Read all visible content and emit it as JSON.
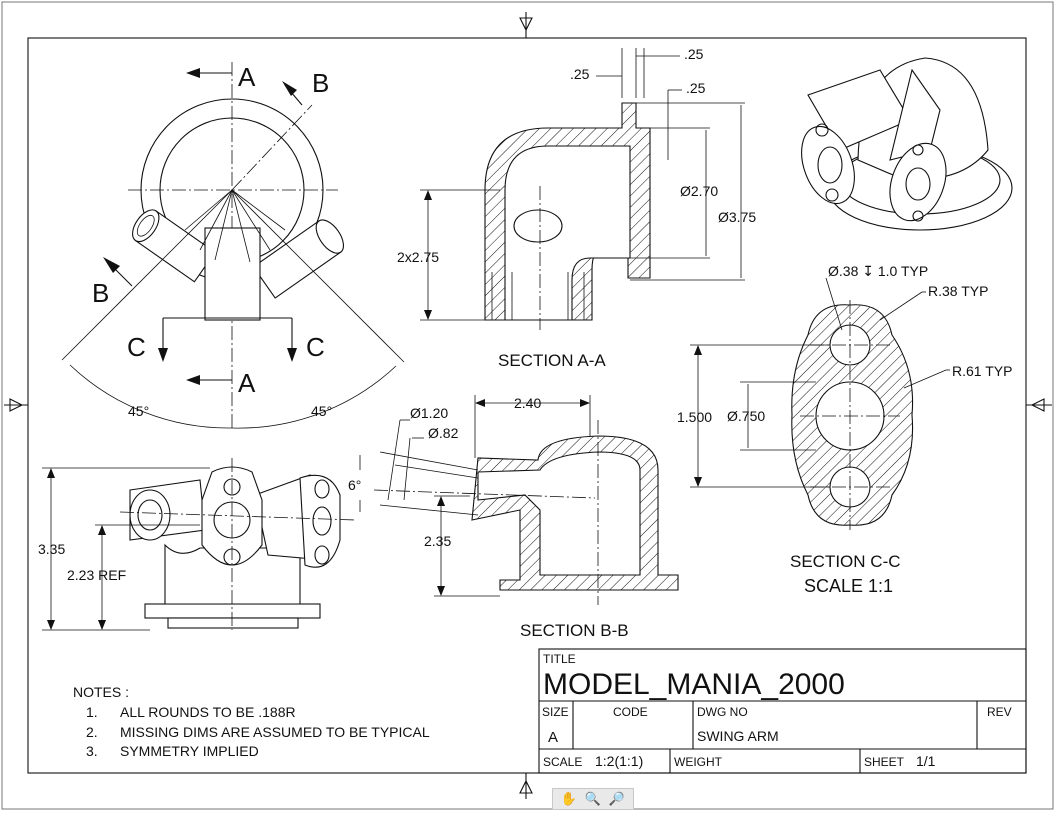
{
  "section_labels": {
    "top_arrow_A": "A",
    "bottom_arrow_A": "A",
    "arrow_B_top": "B",
    "arrow_B_bottom": "B",
    "arrow_C_left": "C",
    "arrow_C_right": "C"
  },
  "angles": {
    "left": "45°",
    "right": "45°"
  },
  "section_aa": {
    "title_prefix": "SECTION ",
    "title_id": "A-A",
    "dims": {
      "d1": ".25",
      "d2": ".25",
      "d3": ".25",
      "dia_inner": "Ø2.70",
      "dia_outer": "Ø3.75",
      "height": "2x2.75"
    }
  },
  "section_bb": {
    "title_prefix": "SECTION ",
    "title_id": "B-B",
    "dims": {
      "dia1": "Ø1.20",
      "dia2": "Ø.82",
      "width": "2.40",
      "angle": "6°",
      "height": "2.35"
    }
  },
  "section_cc": {
    "title_prefix": "SECTION ",
    "title_id": "C-C",
    "scale": "SCALE 1:1",
    "dims": {
      "hole": "Ø.38 ↧ 1.0 TYP",
      "r_small": "R.38 TYP",
      "r_large": "R.61 TYP",
      "span": "1.500",
      "bore": "Ø.750"
    }
  },
  "front_view": {
    "overall": "3.35",
    "ref": "2.23 REF"
  },
  "notes": {
    "heading": "NOTES :",
    "items": [
      {
        "num": "1.",
        "text": "ALL ROUNDS TO BE .188R"
      },
      {
        "num": "2.",
        "text": "MISSING DIMS ARE ASSUMED TO BE TYPICAL"
      },
      {
        "num": "3.",
        "text": "SYMMETRY IMPLIED"
      }
    ]
  },
  "title_block": {
    "title_label": "TITLE",
    "title": "MODEL_MANIA_2000",
    "size_label": "SIZE",
    "size": "A",
    "code_label": "CODE",
    "dwg_label": "DWG NO",
    "dwg_no": "SWING ARM",
    "rev_label": "REV",
    "scale_label": "SCALE",
    "scale": "1:2(1:1)",
    "weight_label": "WEIGHT",
    "sheet_label": "SHEET",
    "sheet": "1/1"
  },
  "toolbar": {
    "pan_icon": "hand-icon",
    "zoom_icon": "zoom-icon",
    "zoom_out_icon": "zoom-out-icon",
    "pan_glyph": "✋",
    "zoom_glyph": "🔍",
    "zoom2_glyph": "🔎"
  }
}
